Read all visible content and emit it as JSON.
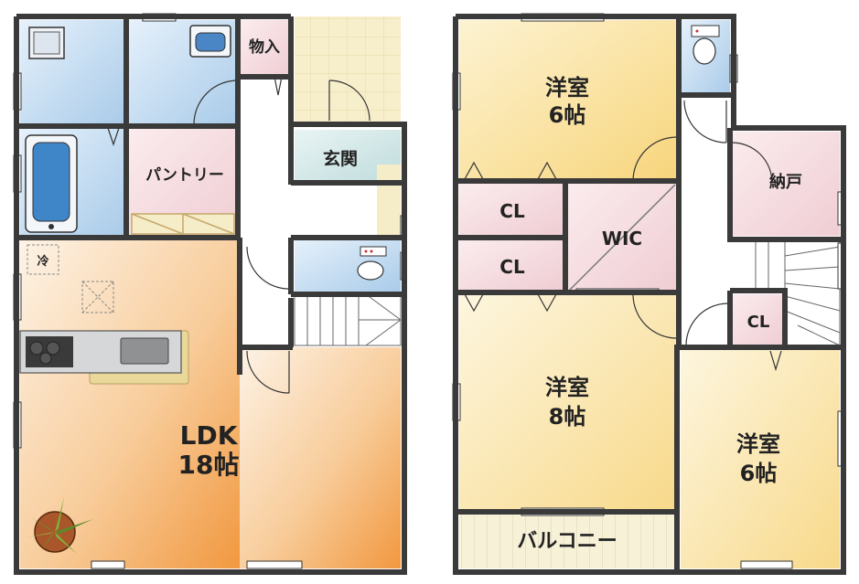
{
  "floor1": {
    "storage": "物入",
    "pantry": "パントリー",
    "entrance": "玄関",
    "fridge": "冷",
    "ldk_name": "LDK",
    "ldk_size": "18帖"
  },
  "floor2": {
    "bedroom_top_name": "洋室",
    "bedroom_top_size": "6帖",
    "closet_upper": "CL",
    "closet_lower": "CL",
    "wic": "WIC",
    "nando": "納戸",
    "closet_right": "CL",
    "bedroom_mid_name": "洋室",
    "bedroom_mid_size": "8帖",
    "bedroom_right_name": "洋室",
    "bedroom_right_size": "6帖",
    "balcony": "バルコニー"
  },
  "colors": {
    "wall": "#3a3a3a",
    "wet_area": "#cfe3f5",
    "pantry": "#f6e2e4",
    "entrance": "#d7eaea",
    "tile": "#f5ecc8",
    "ldk_start": "#fdf1e2",
    "ldk_end": "#f3a55a",
    "bedroom": "#fbe7a8",
    "closet": "#f3d8dc"
  }
}
